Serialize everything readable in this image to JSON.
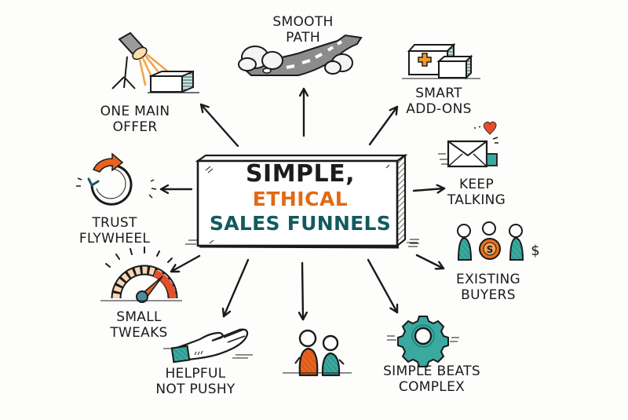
{
  "center": {
    "line1": "SIMPLE,",
    "line2": "ETHICAL",
    "line3": "SALES FUNNELS",
    "colors": {
      "line1": "#1c1c1c",
      "line2": "#e06a14",
      "line3": "#125a5e"
    }
  },
  "nodes": [
    {
      "id": "smooth-path",
      "line1": "SMOOTH",
      "line2": "PATH",
      "icon": "road-with-rocks-icon"
    },
    {
      "id": "one-main-offer",
      "line1": "ONE MAIN",
      "line2": "OFFER",
      "icon": "spotlight-box-icon"
    },
    {
      "id": "smart-add-ons",
      "line1": "SMART",
      "line2": "ADD-ONS",
      "icon": "add-on-boxes-icon"
    },
    {
      "id": "keep-talking",
      "line1": "KEEP",
      "line2": "TALKING",
      "icon": "envelope-heart-icon"
    },
    {
      "id": "existing-buyers",
      "line1": "EXISTING",
      "line2": "BUYERS",
      "icon": "people-coin-icon"
    },
    {
      "id": "simple-beats-complex",
      "line1": "SIMPLE BEATS",
      "line2": "COMPLEX",
      "icon": "gear-icon"
    },
    {
      "id": "people",
      "line1": "",
      "line2": "",
      "icon": "two-people-icon"
    },
    {
      "id": "helpful-not-pushy",
      "line1": "HELPFUL",
      "line2": "NOT PUSHY",
      "icon": "open-hand-icon"
    },
    {
      "id": "small-tweaks",
      "line1": "SMALL",
      "line2": "TWEAKS",
      "icon": "speedometer-icon"
    },
    {
      "id": "trust-flywheel",
      "line1": "TRUST",
      "line2": "FLYWHEEL",
      "icon": "circular-arrow-icon"
    }
  ],
  "palette": {
    "orange": "#e8701a",
    "teal": "#3aa9a0",
    "dark_teal": "#125a5e",
    "ink": "#1a1a1a",
    "light_orange": "#f5b36a",
    "red_heart": "#e2502e"
  }
}
